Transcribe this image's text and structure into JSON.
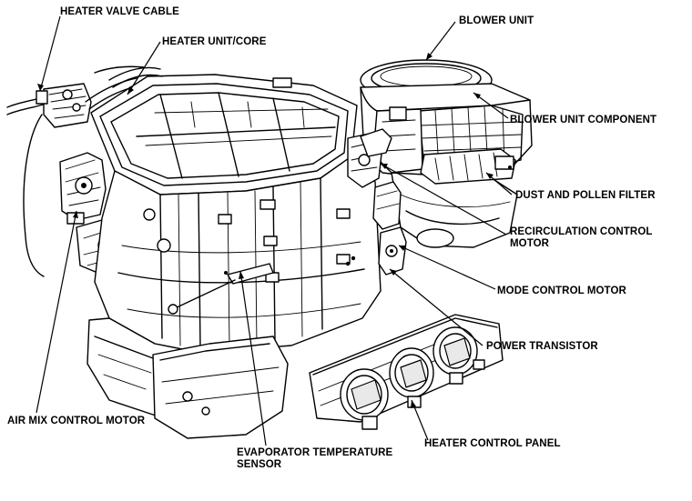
{
  "labels": {
    "heater_valve_cable": "HEATER VALVE CABLE",
    "heater_unit_core": "HEATER UNIT/CORE",
    "blower_unit": "BLOWER UNIT",
    "blower_unit_component": "BLOWER UNIT COMPONENT",
    "dust_pollen_filter": "DUST AND POLLEN FILTER",
    "recirc_motor_line1": "RECIRCULATION CONTROL",
    "recirc_motor_line2": "MOTOR",
    "mode_control_motor": "MODE CONTROL MOTOR",
    "power_transistor": "POWER TRANSISTOR",
    "air_mix_control_motor": "AIR MIX CONTROL MOTOR",
    "evap_sensor_line1": "EVAPORATOR TEMPERATURE",
    "evap_sensor_line2": "SENSOR",
    "heater_control_panel": "HEATER CONTROL PANEL"
  },
  "colors": {
    "ink": "#000000",
    "background": "#ffffff"
  }
}
